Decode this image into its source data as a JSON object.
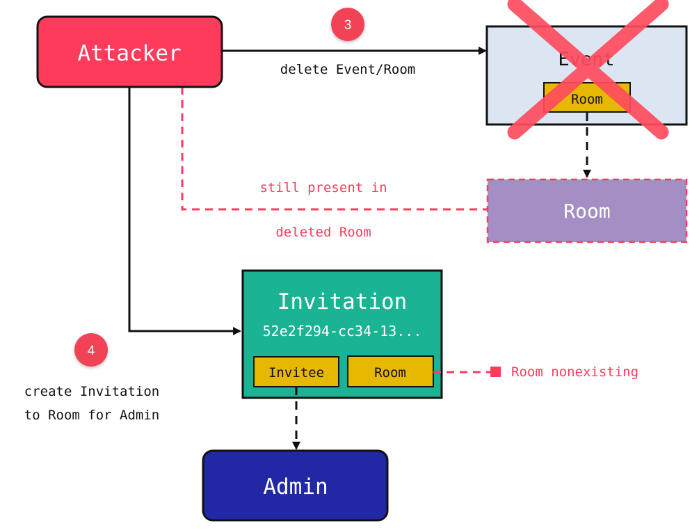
{
  "colors": {
    "attacker": "#ff3b5c",
    "event_fill": "#dce6f2",
    "chip_yellow": "#e6b800",
    "room_purple": "#a48ec4",
    "invitation_green": "#1ab394",
    "admin_navy": "#2128a5",
    "cross_red": "#ff4d5e",
    "dashed_red": "#ff3b5c",
    "line_black": "#111111"
  },
  "nodes": {
    "attacker": "Attacker",
    "event": {
      "title": "Event",
      "room_chip": "Room"
    },
    "room": "Room",
    "invitation": {
      "title": "Invitation",
      "id": "52e2f294-cc34-13...",
      "invitee_chip": "Invitee",
      "room_chip": "Room"
    },
    "admin": "Admin"
  },
  "edges": {
    "delete_label": "delete Event/Room",
    "still_present_line1": "still present in",
    "still_present_line2": "deleted Room",
    "room_nonexisting": "Room nonexisting",
    "create_line1": "create Invitation",
    "create_line2": "to Room for Admin"
  },
  "badges": {
    "step3": "3",
    "step4": "4"
  }
}
